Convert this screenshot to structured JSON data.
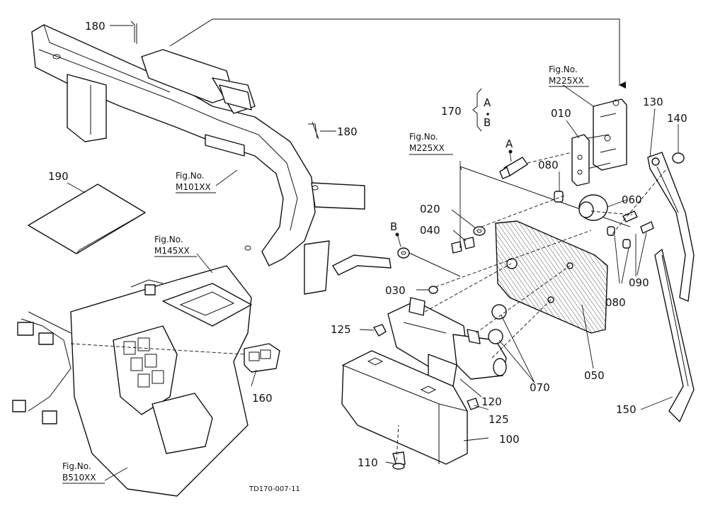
{
  "parts": {
    "p180a": "180",
    "p180b": "180",
    "p190": "190",
    "p160": "160",
    "p170": "170",
    "p170_a": "A",
    "p170_b": "B",
    "p010": "010",
    "p130": "130",
    "p140": "140",
    "p080a": "080",
    "p060": "060",
    "p020": "020",
    "p040": "040",
    "p030": "030",
    "p125a": "125",
    "p125b": "125",
    "p080b": "080",
    "p090": "090",
    "p050": "050",
    "p070": "070",
    "p120": "120",
    "p100": "100",
    "p110": "110",
    "p150": "150",
    "markerA": "A",
    "markerB": "B"
  },
  "refs": {
    "m101_fig": "Fig.No.",
    "m101_no": "M101XX",
    "m145_fig": "Fig.No.",
    "m145_no": "M145XX",
    "b510_fig": "Fig.No.",
    "b510_no": "B510XX",
    "m225a_fig": "Fig.No.",
    "m225a_no": "M225XX",
    "m225b_fig": "Fig.No.",
    "m225b_no": "M225XX"
  },
  "drawing_code": "TD170-007-11"
}
